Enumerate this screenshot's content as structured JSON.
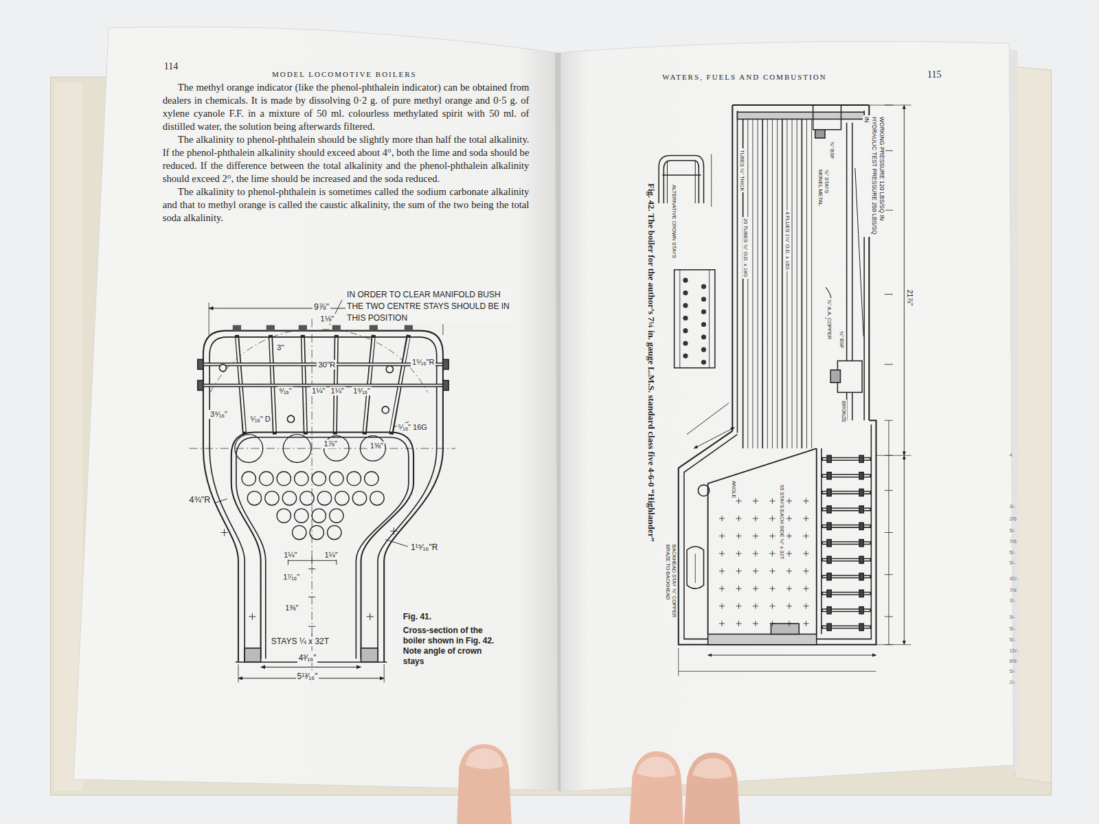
{
  "diagram": {
    "labels": [
      "114",
      "MODEL LOCOMOTIVE BOILERS",
      "The methyl orange indicator (like the phenol-phthalein indicator) can be obtained from dealers in chemicals. It is made by dissolving 0·2 g. of pure methyl orange and 0·5 g. of xylene cyanole F.F. in a mixture of 50 ml. colourless methylated spirit with 50 ml. of distilled water, the solution being afterwards filtered.",
      "The alkalinity to phenol-phthalein should be slightly more than half the total alkalinity. If the phenol-phthalein alkalinity should exceed about 4°, both the lime and soda should be reduced. If the difference between the total alkalinity and the phenol-phthalein alkalinity should exceed 2°, the lime should be increased and the soda reduced.",
      "The alkalinity to phenol-phthalein is sometimes called the sodium carbonate alkalinity and that to methyl orange is called the caustic alkalinity, the sum of the two being the total soda alkalinity.",
      "IN ORDER TO CLEAR MANIFOLD BUSH THE TWO CENTRE STAYS SHOULD BE IN THIS POSITION",
      "9⅞\"",
      "1⅛\"",
      "3\"",
      "30\"R",
      "1⁵⁄₁₆\"R",
      "3⁹⁄₁₆\"",
      "⁵⁄₁₆\" D",
      "⁹⁄₁₆\"",
      "1¼\"",
      "1¼\"",
      "1⁹⁄₁₆\"",
      "⁵⁄₁₆\" 16G",
      "1⅞\"",
      "1⅝\"",
      "4¾\"R",
      "1¹⁵⁄₁₆\"R",
      "1¼\"",
      "1¼\"",
      "1⁷⁄₁₆\"",
      "1⅜\"",
      "STAYS ¼ x 32T",
      "4³⁄₁₆\"",
      "5¹³⁄₁₆\"",
      "Fig. 41.",
      "Cross-section of the boiler shown in Fig. 42. Note angle of crown stays",
      "WATERS, FUELS AND COMBUSTION",
      "115",
      "Fig. 42. The boiler for the author’s 7¼ in. gauge L.M.S. standard class five 4-6-0 “Highlander”",
      "WORKING PRESSURE 120 LBS/SQ IN HYDRAULIC TEST PRESSURE 250 LBS/SQ IN",
      "21⅞\"",
      "ALTERNATIVE CROWN STAYS",
      "TUBES ⅛\" THICK",
      "20 TUBES ⅝\" O.D. x 18G",
      "4 FLUES 1⅛\" O.D. x 16G",
      "⅝\" STAYS MONEL METAL",
      "⅜\" BSF",
      "⅜\" A.A. COPPER",
      "¾\" BSF",
      "BRONZE",
      "55 STAYS EACH SIDE ⅛\" x 32T",
      "ANGLE",
      "BACKHEAD STAY ⅜\" COPPER BRAZE TO BACKHEAD",
      "4",
      "3/-",
      "2/6",
      "5/-",
      "7/6",
      "5/-",
      "5/-",
      "42/-",
      "7/6",
      "3/-",
      "5/-",
      "5/-",
      "5/-",
      "15/-",
      "8/6",
      "5/-",
      "2/-"
    ]
  }
}
